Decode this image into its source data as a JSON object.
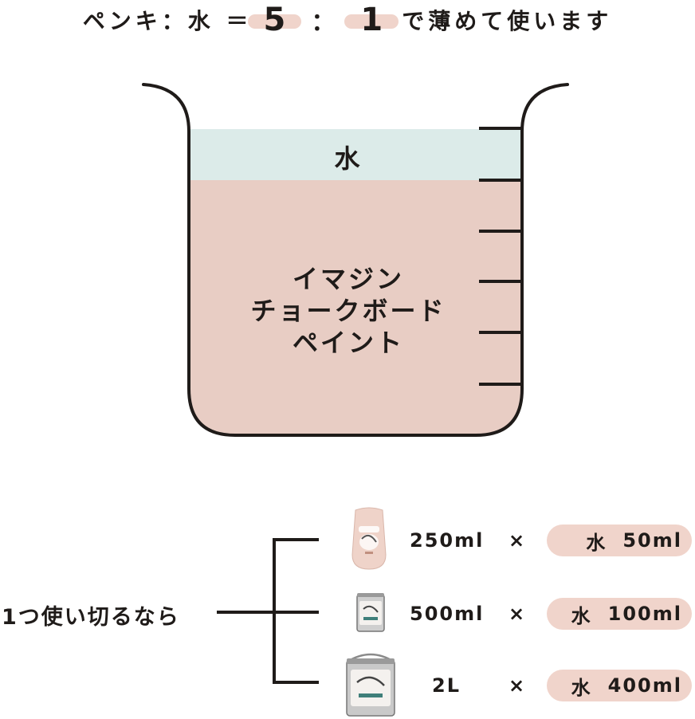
{
  "title": {
    "prefix": "ペンキ：水 ＝",
    "paint_ratio": "5",
    "colon": "：",
    "water_ratio": "1",
    "suffix": "で薄めて使います"
  },
  "beaker": {
    "water_label": "水",
    "paint_label_line1": "イマジン",
    "paint_label_line2": "チョークボード",
    "paint_label_line3": "ペイント"
  },
  "usage": {
    "label": "1つ使い切るなら",
    "times_symbol": "×",
    "rows": [
      {
        "paint_volume": "250ml",
        "water_label": "水",
        "water_volume": "50ml",
        "container": "pouch-icon"
      },
      {
        "paint_volume": "500ml",
        "water_label": "水",
        "water_volume": "100ml",
        "container": "small-can-icon"
      },
      {
        "paint_volume": "2L",
        "water_label": "水",
        "water_volume": "400ml",
        "container": "large-can-icon"
      }
    ]
  },
  "colors": {
    "water_fill": "#dcebe9",
    "paint_fill": "#e8cdc4",
    "highlight": "#f0d4cb",
    "outline": "#1f1b19"
  }
}
